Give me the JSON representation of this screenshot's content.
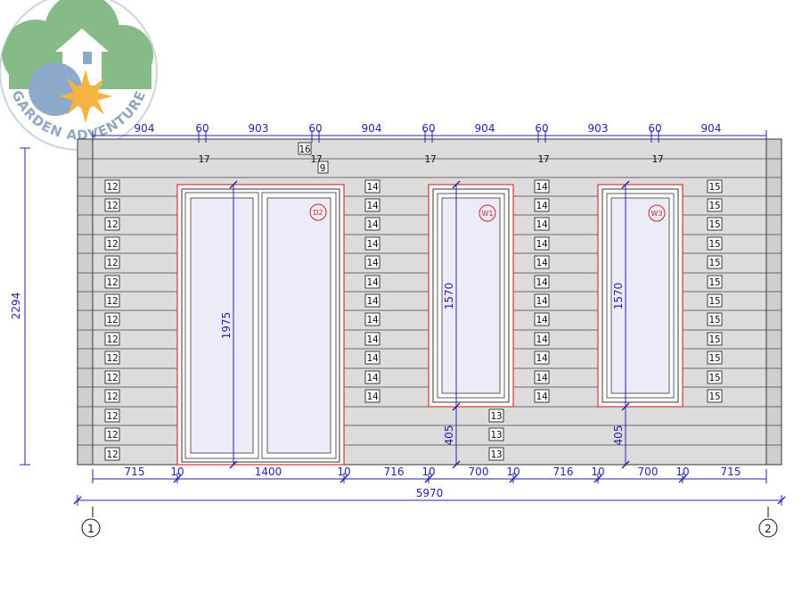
{
  "logo": {
    "text": "GARDEN ADVENTURE"
  },
  "colors": {
    "dimension": "#2323b4",
    "frame": "#e23030",
    "board": "#dcdcdc",
    "glass": "#ececf8"
  },
  "dims": {
    "top": [
      "904",
      "60",
      "903",
      "60",
      "904",
      "60",
      "904",
      "60",
      "903",
      "60",
      "904"
    ],
    "bottom": [
      "715",
      "10",
      "1400",
      "10",
      "716",
      "10",
      "700",
      "10",
      "716",
      "10",
      "700",
      "10",
      "715"
    ],
    "total": "5970",
    "height": "2294",
    "door_height": "1975",
    "w1_height": "1570",
    "w3_height": "1570",
    "sill1": "405",
    "sill2": "405"
  },
  "tags": {
    "gable_16": "16",
    "gable_9": "9",
    "t17": "17",
    "col12": "12",
    "col14": "14",
    "col14b": "14",
    "col15": "15",
    "t13": "13"
  },
  "marks": {
    "door": "D2",
    "window1": "W1",
    "window3": "W3"
  },
  "axes": {
    "left": "1",
    "right": "2"
  }
}
